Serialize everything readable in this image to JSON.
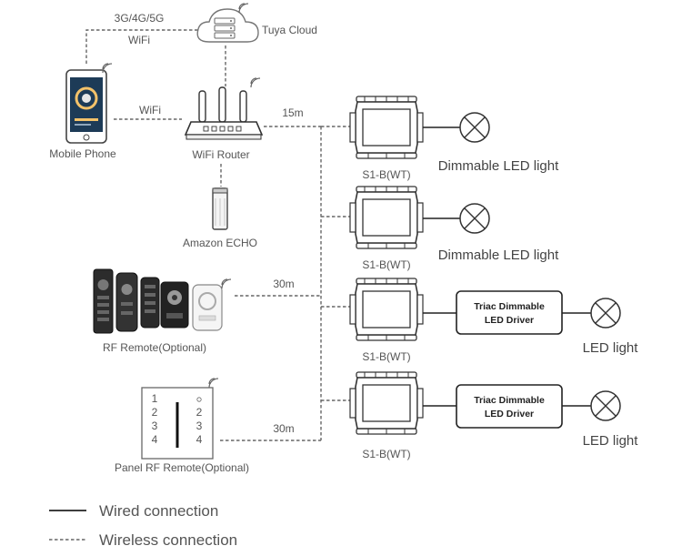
{
  "network": {
    "cellular_label": "3G/4G/5G",
    "cellular_wifi_label": "WiFi",
    "cloud_label": "Tuya Cloud",
    "phone_label": "Mobile Phone",
    "phone_wifi_label": "WiFi",
    "router_label": "WiFi Router",
    "router_distance": "15m",
    "echo_label": "Amazon ECHO",
    "remote_label": "RF Remote(Optional)",
    "remote_distance": "30m",
    "panel_label": "Panel RF Remote(Optional)",
    "panel_distance": "30m",
    "panel_left_numbers": [
      "1",
      "2",
      "3",
      "4"
    ],
    "panel_right_numbers": [
      "2",
      "3",
      "4"
    ]
  },
  "controllers": [
    {
      "label": "S1-B(WT)",
      "output": "Dimmable LED light"
    },
    {
      "label": "S1-B(WT)",
      "output": "Dimmable LED light"
    },
    {
      "label": "S1-B(WT)",
      "driver_line1": "Triac Dimmable",
      "driver_line2": "LED Driver",
      "output": "LED light"
    },
    {
      "label": "S1-B(WT)",
      "driver_line1": "Triac Dimmable",
      "driver_line2": "LED Driver",
      "output": "LED light"
    }
  ],
  "legend": {
    "wired": "Wired connection",
    "wireless": "Wireless connection"
  }
}
